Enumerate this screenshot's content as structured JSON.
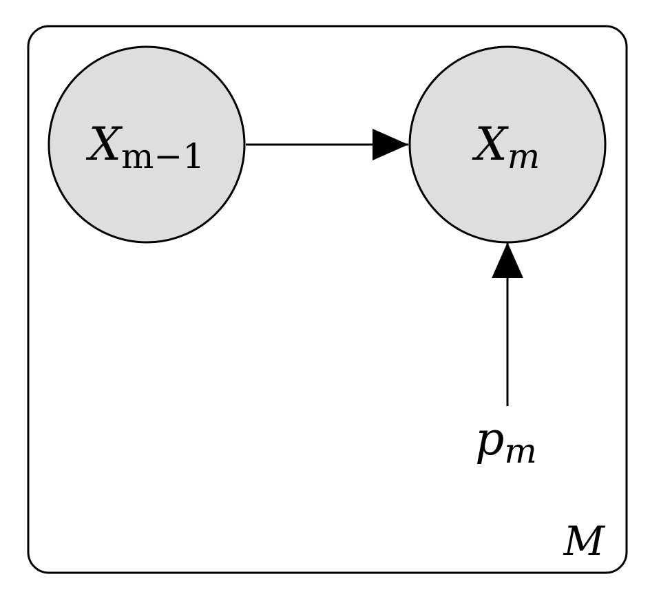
{
  "plate": {
    "label": "M"
  },
  "nodes": [
    {
      "id": "x-prev",
      "symbol": "X",
      "subscript": "m−1",
      "observed": true
    },
    {
      "id": "x-curr",
      "symbol": "X",
      "subscript": "m",
      "observed": true
    }
  ],
  "parameter": {
    "symbol": "p",
    "subscript": "m"
  },
  "edges": [
    {
      "from": "x-prev",
      "to": "x-curr"
    },
    {
      "from": "p-m",
      "to": "x-curr"
    }
  ],
  "colors": {
    "node_fill": "#dedede",
    "stroke": "#000000",
    "background": "#ffffff"
  }
}
